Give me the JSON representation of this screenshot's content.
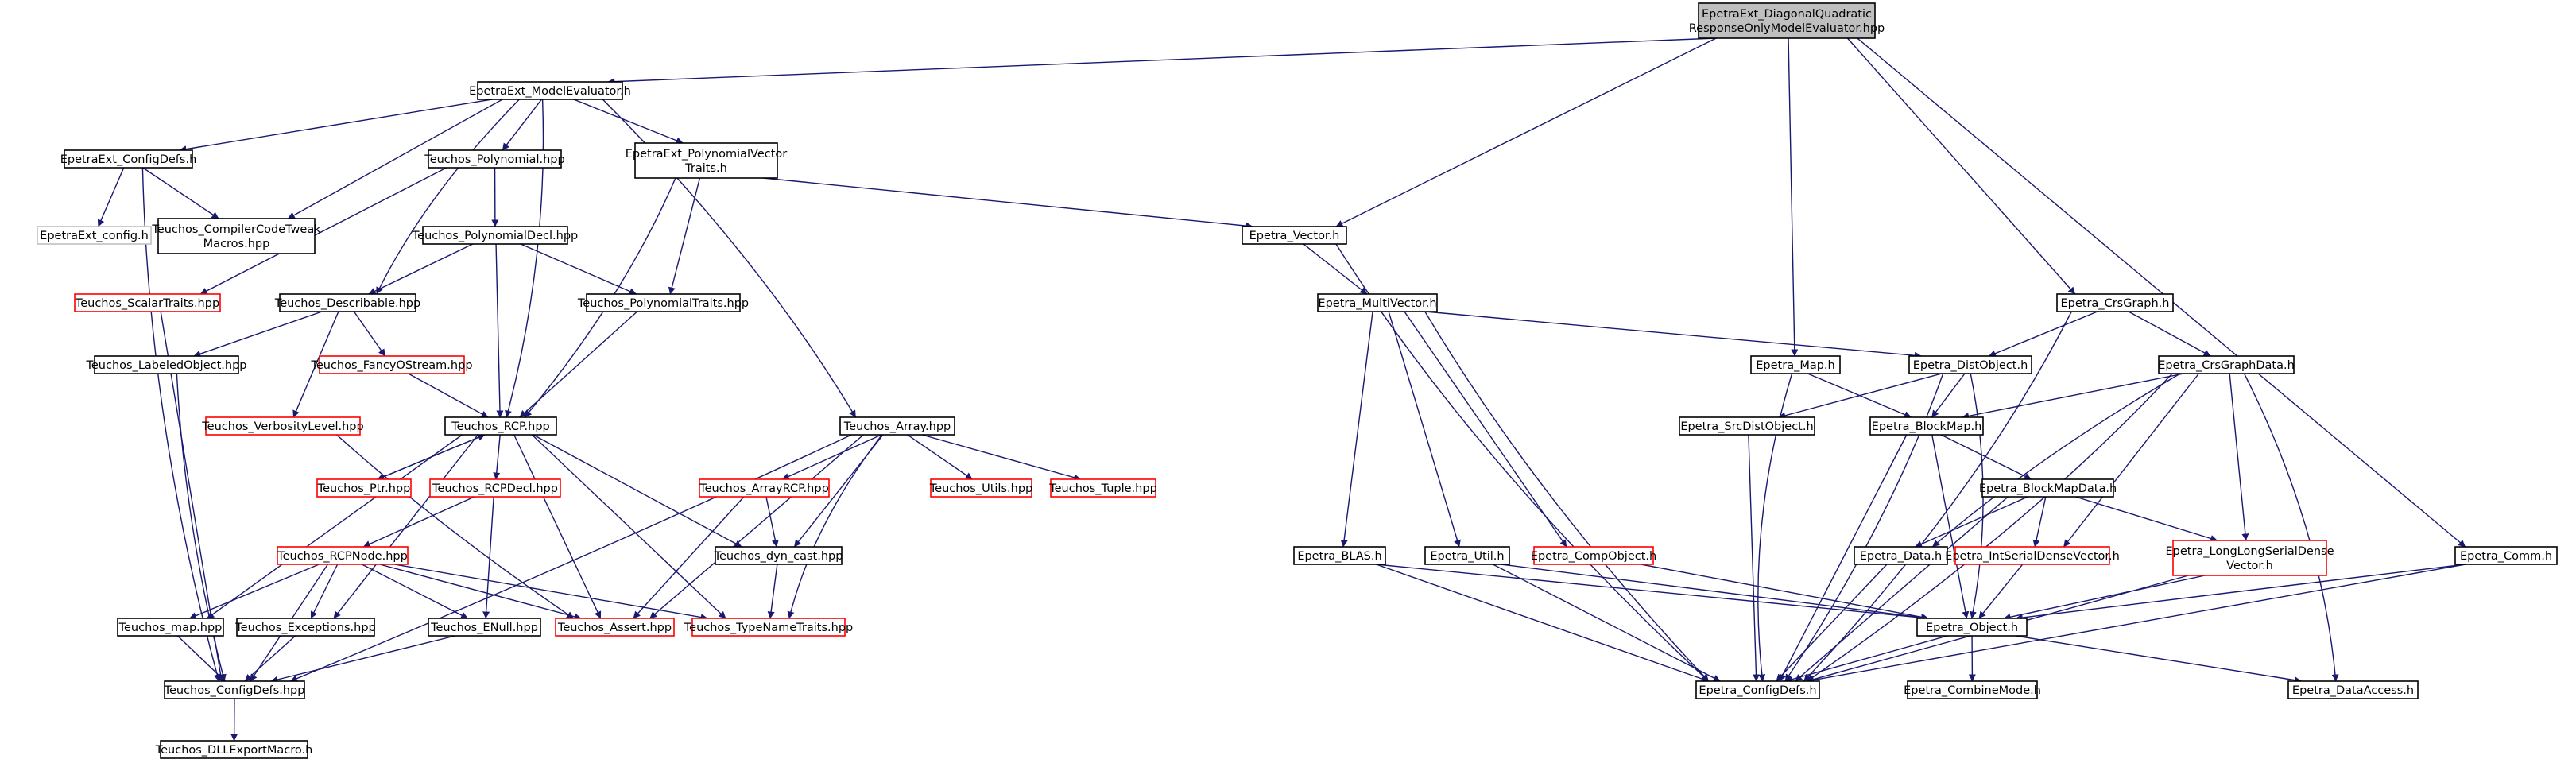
{
  "colors": {
    "edge": "#191970",
    "node_border": "#000000",
    "missing_border": "#ff0000",
    "external_border": "#bfbfbf",
    "root_fill": "#bfbfbf",
    "node_fill": "#ffffff",
    "missing_text": "#000000"
  },
  "nodes": {
    "root": [
      "EpetraExt_DiagonalQuadratic",
      "ResponseOnlyModelEvaluator.hpp"
    ],
    "model_evaluator": [
      "EpetraExt_ModelEvaluator.h"
    ],
    "config_defs": [
      "EpetraExt_ConfigDefs.h"
    ],
    "ext_config": [
      "EpetraExt_config.h"
    ],
    "compiler_code_tweak": [
      "Teuchos_CompilerCodeTweak",
      "Macros.hpp"
    ],
    "scalar_traits": [
      "Teuchos_ScalarTraits.hpp"
    ],
    "polynomial": [
      "Teuchos_Polynomial.hpp"
    ],
    "polynomial_decl": [
      "Teuchos_PolynomialDecl.hpp"
    ],
    "describable": [
      "Teuchos_Describable.hpp"
    ],
    "labeled_object": [
      "Teuchos_LabeledObject.hpp"
    ],
    "fancy_ostream": [
      "Teuchos_FancyOStream.hpp"
    ],
    "verbosity_level": [
      "Teuchos_VerbosityLevel.hpp"
    ],
    "polynomial_vector_traits": [
      "EpetraExt_PolynomialVector",
      "Traits.h"
    ],
    "polynomial_traits": [
      "Teuchos_PolynomialTraits.hpp"
    ],
    "rcp": [
      "Teuchos_RCP.hpp"
    ],
    "ptr": [
      "Teuchos_Ptr.hpp"
    ],
    "rcp_decl": [
      "Teuchos_RCPDecl.hpp"
    ],
    "rcp_node": [
      "Teuchos_RCPNode.hpp"
    ],
    "map_hpp": [
      "Teuchos_map.hpp"
    ],
    "exceptions": [
      "Teuchos_Exceptions.hpp"
    ],
    "enull": [
      "Teuchos_ENull.hpp"
    ],
    "assert": [
      "Teuchos_Assert.hpp"
    ],
    "type_name_traits": [
      "Teuchos_TypeNameTraits.hpp"
    ],
    "teuchos_config_defs": [
      "Teuchos_ConfigDefs.hpp"
    ],
    "dll_export": [
      "Teuchos_DLLExportMacro.h"
    ],
    "array": [
      "Teuchos_Array.hpp"
    ],
    "array_rcp": [
      "Teuchos_ArrayRCP.hpp"
    ],
    "utils": [
      "Teuchos_Utils.hpp"
    ],
    "tuple": [
      "Teuchos_Tuple.hpp"
    ],
    "dyn_cast": [
      "Teuchos_dyn_cast.hpp"
    ],
    "epetra_vector": [
      "Epetra_Vector.h"
    ],
    "multi_vector": [
      "Epetra_MultiVector.h"
    ],
    "blas": [
      "Epetra_BLAS.h"
    ],
    "util": [
      "Epetra_Util.h"
    ],
    "comp_object": [
      "Epetra_CompObject.h"
    ],
    "epetra_map": [
      "Epetra_Map.h"
    ],
    "dist_object": [
      "Epetra_DistObject.h"
    ],
    "src_dist_object": [
      "Epetra_SrcDistObject.h"
    ],
    "block_map": [
      "Epetra_BlockMap.h"
    ],
    "block_map_data": [
      "Epetra_BlockMapData.h"
    ],
    "epetra_data": [
      "Epetra_Data.h"
    ],
    "int_serial_dense_vector": [
      "Epetra_IntSerialDenseVector.h"
    ],
    "long_long_serial_dense": [
      "Epetra_LongLongSerialDense",
      "Vector.h"
    ],
    "crs_graph": [
      "Epetra_CrsGraph.h"
    ],
    "crs_graph_data": [
      "Epetra_CrsGraphData.h"
    ],
    "epetra_comm": [
      "Epetra_Comm.h"
    ],
    "epetra_object": [
      "Epetra_Object.h"
    ],
    "epetra_config_defs": [
      "Epetra_ConfigDefs.h"
    ],
    "combine_mode": [
      "Epetra_CombineMode.h"
    ],
    "data_access": [
      "Epetra_DataAccess.h"
    ]
  }
}
